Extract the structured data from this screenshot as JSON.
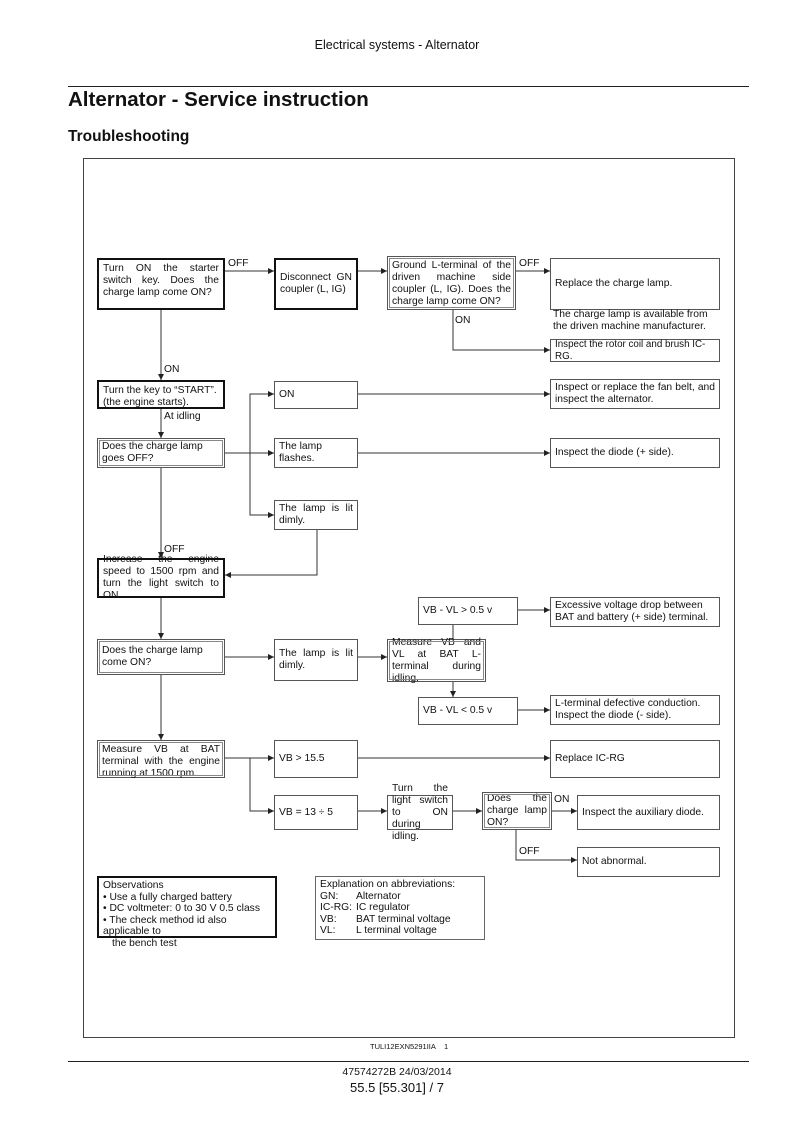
{
  "header": {
    "section": "Electrical systems - Alternator"
  },
  "title": "Alternator - Service instruction",
  "subtitle": "Troubleshooting",
  "boxes": {
    "b1": "Turn ON the starter switch key. Does the charge lamp come ON?",
    "b2": "Disconnect GN coupler (L, IG)",
    "b3": "Ground L-terminal of the driven machine side coupler (L, IG). Does the charge lamp come ON?",
    "b4": "Replace the charge lamp.",
    "b5": "Inspect the rotor coil and brush IC-RG.",
    "b6": "Turn the key to “START”. (the engine starts).",
    "b7": "ON",
    "b8": "Inspect or replace the fan belt, and inspect the alternator.",
    "b9": "Does the charge lamp goes OFF?",
    "b10": "The lamp flashes.",
    "b11": "Inspect the diode (+ side).",
    "b12": "The lamp is lit dimly.",
    "b13": "Increase the engine speed to 1500 rpm and turn the light switch to ON.",
    "b14": "VB - VL > 0.5 v",
    "b15": "Excessive voltage drop between BAT and battery (+ side) terminal.",
    "b16": "Does the charge lamp come ON?",
    "b17": "The lamp is lit dimly.",
    "b18": "Measure VB and VL at BAT L-terminal during idling.",
    "b19": "VB - VL < 0.5 v",
    "b20": "L-terminal defective conduction. Inspect the diode (- side).",
    "b21": "Measure VB at BAT terminal with the engine running at 1500 rpm.",
    "b22": "VB > 15.5",
    "b23": "Replace IC-RG",
    "b24": "VB = 13 ÷ 5",
    "b25": "Turn the light switch to ON during idling.",
    "b26": "Does the charge lamp ON?",
    "b27": "Inspect the auxiliary diode.",
    "b28": "Not abnormal."
  },
  "labels": {
    "off1": "OFF",
    "off2": "OFF",
    "on_b3": "ON",
    "on_b1": "ON",
    "at_idling": "At idling",
    "off_b9": "OFF",
    "on_b26": "ON",
    "off_b26": "OFF"
  },
  "note_charge_lamp": "The charge lamp is available from the driven machine manufacturer.",
  "observations": {
    "title": "Observations",
    "items": [
      "• Use a fully charged battery",
      "• DC voltmeter: 0 to 30 V 0.5 class",
      "• The check method id also applicable to",
      "the bench test"
    ]
  },
  "abbreviations": {
    "title": "Explanation on abbreviations:",
    "rows": [
      {
        "k": "GN:",
        "v": "Alternator"
      },
      {
        "k": "IC-RG:",
        "v": "IC regulator"
      },
      {
        "k": "VB:",
        "v": "BAT terminal voltage"
      },
      {
        "k": "VL:",
        "v": "L terminal voltage"
      }
    ]
  },
  "figure_id": "TULI12EXN5291IIA",
  "figure_number": "1",
  "footer": {
    "doc": "47574272B 24/03/2014",
    "page": "55.5 [55.301] / 7"
  }
}
